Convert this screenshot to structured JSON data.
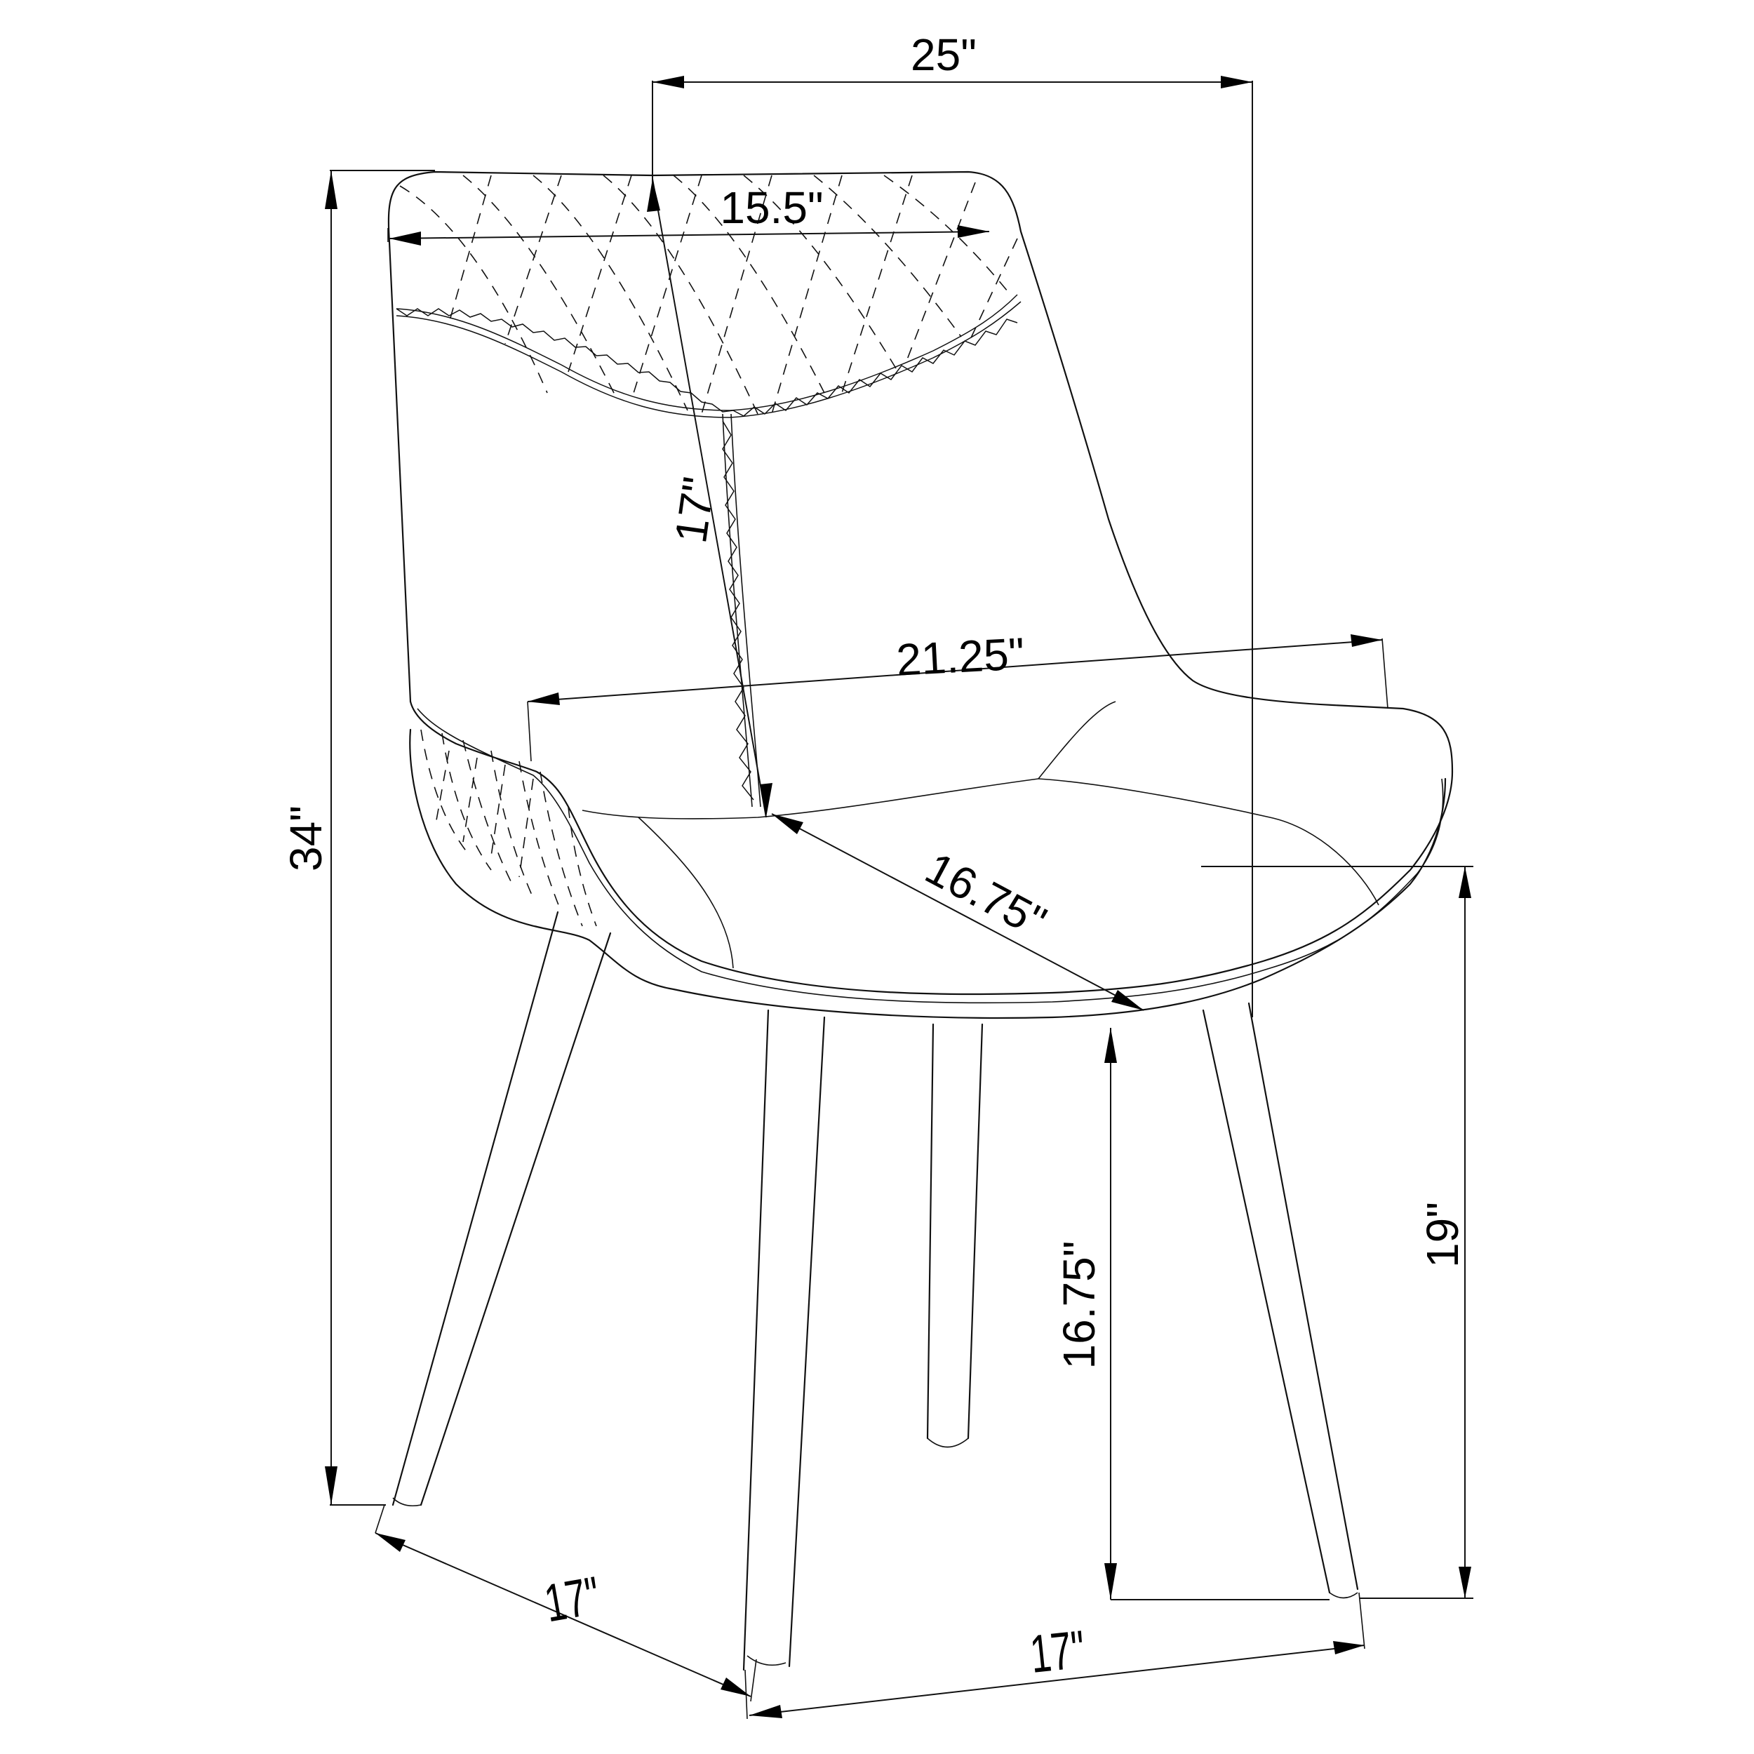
{
  "diagram": {
    "subject": "Upholstered dining side chair with tapered legs",
    "stroke_color": "#111111",
    "background": "#ffffff",
    "dimensions": {
      "overall_depth": {
        "label": "25\"",
        "value_in": 25,
        "orientation": "horizontal-top"
      },
      "backrest_width": {
        "label": "15.5\"",
        "value_in": 15.5,
        "orientation": "across-backrest"
      },
      "back_height": {
        "label": "17\"",
        "value_in": 17,
        "orientation": "vertical-backrest"
      },
      "seat_width": {
        "label": "21.25\"",
        "value_in": 21.25,
        "orientation": "across-seat"
      },
      "seat_depth": {
        "label": "16.75\"",
        "value_in": 16.75,
        "orientation": "diagonal-seat"
      },
      "overall_height": {
        "label": "34\"",
        "value_in": 34,
        "orientation": "vertical-left"
      },
      "seat_height": {
        "label": "16.75\"",
        "value_in": 16.75,
        "orientation": "vertical-center"
      },
      "arm_height": {
        "label": "19\"",
        "value_in": 19,
        "orientation": "vertical-right"
      },
      "leg_span_side": {
        "label": "17\"",
        "value_in": 17,
        "orientation": "bottom-left"
      },
      "leg_span_front": {
        "label": "17\"",
        "value_in": 17,
        "orientation": "bottom-right"
      }
    }
  }
}
